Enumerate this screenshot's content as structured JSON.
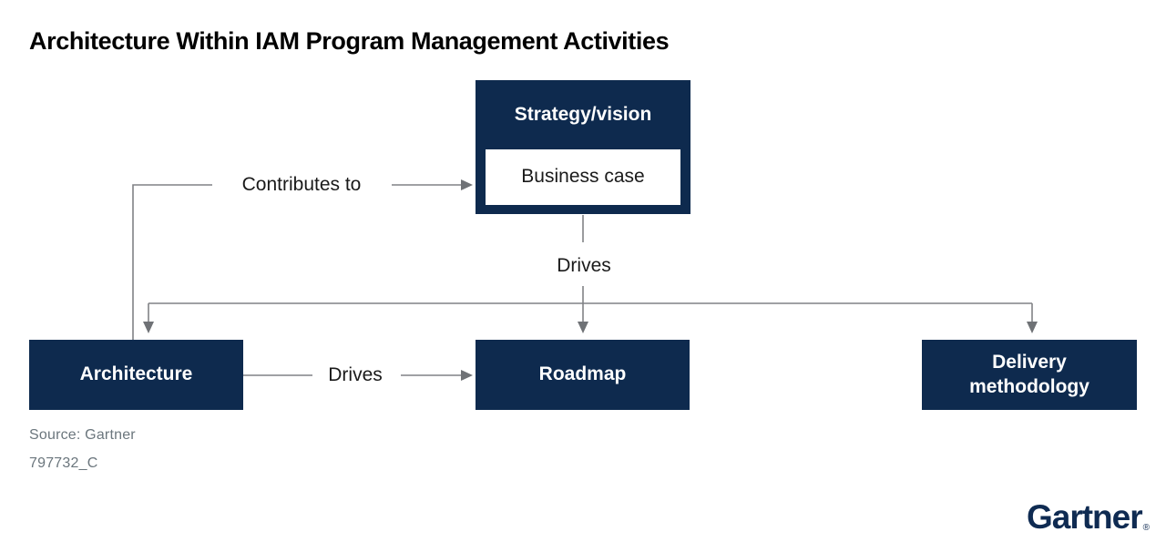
{
  "page": {
    "title": "Architecture Within IAM Program Management Activities",
    "source_line1": "Source: Gartner",
    "source_line2": "797732_C",
    "brand": "Gartner",
    "brand_mark": "®"
  },
  "colors": {
    "navy": "#0e2a4e",
    "line": "#808285",
    "arrow": "#6f7276",
    "text": "#1a1a1a",
    "muted": "#6b767d",
    "logo": "#0f2b52"
  },
  "diagram": {
    "nodes": [
      {
        "id": "strategy-vision",
        "label": "Strategy/vision",
        "sub": "Business case"
      },
      {
        "id": "architecture",
        "label": "Architecture"
      },
      {
        "id": "roadmap",
        "label": "Roadmap"
      },
      {
        "id": "delivery-methodology",
        "label": "Delivery methodology"
      }
    ],
    "edge_labels": {
      "contributes": "Contributes to",
      "drives_top": "Drives",
      "drives_mid": "Drives"
    }
  }
}
